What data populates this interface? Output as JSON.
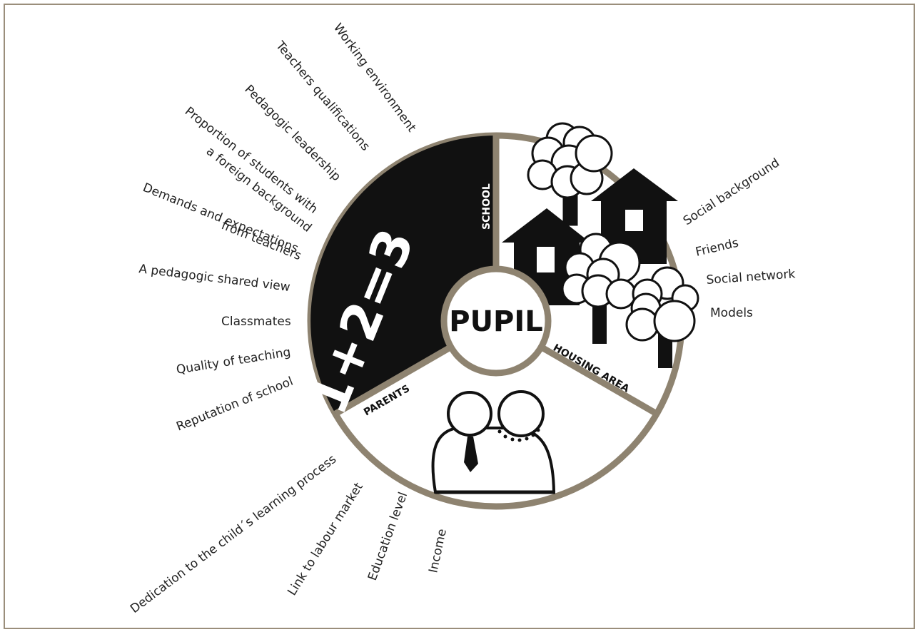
{
  "center": {
    "label": "PUPIL"
  },
  "segments": {
    "school": "SCHOOL",
    "housing": "HOUSING AREA",
    "parents": "PARENTS",
    "chalkboard": "1+2=3"
  },
  "school_factors": [
    "Working environment",
    "Teachers qualifications",
    "Pedagogic leadership",
    "Proportion of students with",
    "a foreign background",
    "Demands and expectations",
    "from teachers",
    "A pedagogic shared view",
    "Classmates",
    "Quality of teaching",
    "Reputation of school"
  ],
  "housing_factors": [
    "Social background",
    "Friends",
    "Social network",
    "Models"
  ],
  "parent_factors": [
    "Dedication to the child´s learning process",
    "Link to labour market",
    "Education level",
    "Income"
  ],
  "colors": {
    "ring": "#8e8370",
    "frame": "#9a8e7b",
    "ink": "#111111"
  }
}
